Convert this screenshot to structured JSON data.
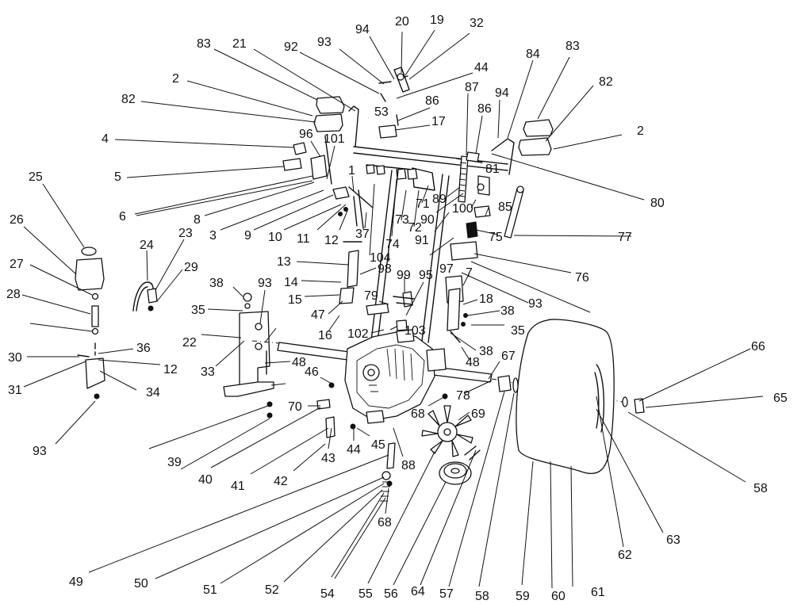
{
  "diagram": {
    "type": "exploded-parts-view",
    "callouts": [
      "83",
      "21",
      "92",
      "93",
      "94",
      "20",
      "19",
      "32",
      "44",
      "53",
      "86",
      "17",
      "2",
      "82",
      "4",
      "5",
      "6",
      "96",
      "101",
      "8",
      "3",
      "9",
      "10",
      "1",
      "11",
      "12",
      "37",
      "25",
      "26",
      "27",
      "28",
      "30",
      "31",
      "24",
      "23",
      "29",
      "38",
      "35",
      "93",
      "22",
      "33",
      "36",
      "34",
      "12",
      "13",
      "14",
      "15",
      "104",
      "98",
      "47",
      "16",
      "74",
      "73",
      "71",
      "72",
      "89",
      "90",
      "100",
      "85",
      "91",
      "87",
      "86",
      "94",
      "84",
      "83",
      "82",
      "2",
      "81",
      "80",
      "77",
      "75",
      "76",
      "99",
      "95",
      "97",
      "7",
      "79",
      "18",
      "38",
      "35",
      "102",
      "103",
      "38",
      "48",
      "67",
      "93",
      "102",
      "46",
      "48",
      "70",
      "39",
      "40",
      "41",
      "42",
      "43",
      "44",
      "45",
      "88",
      "68",
      "69",
      "78",
      "66",
      "65",
      "58",
      "62",
      "63",
      "49",
      "50",
      "51",
      "52",
      "54",
      "55",
      "56",
      "64",
      "57",
      "58",
      "59",
      "60",
      "61",
      "68",
      "93"
    ]
  }
}
